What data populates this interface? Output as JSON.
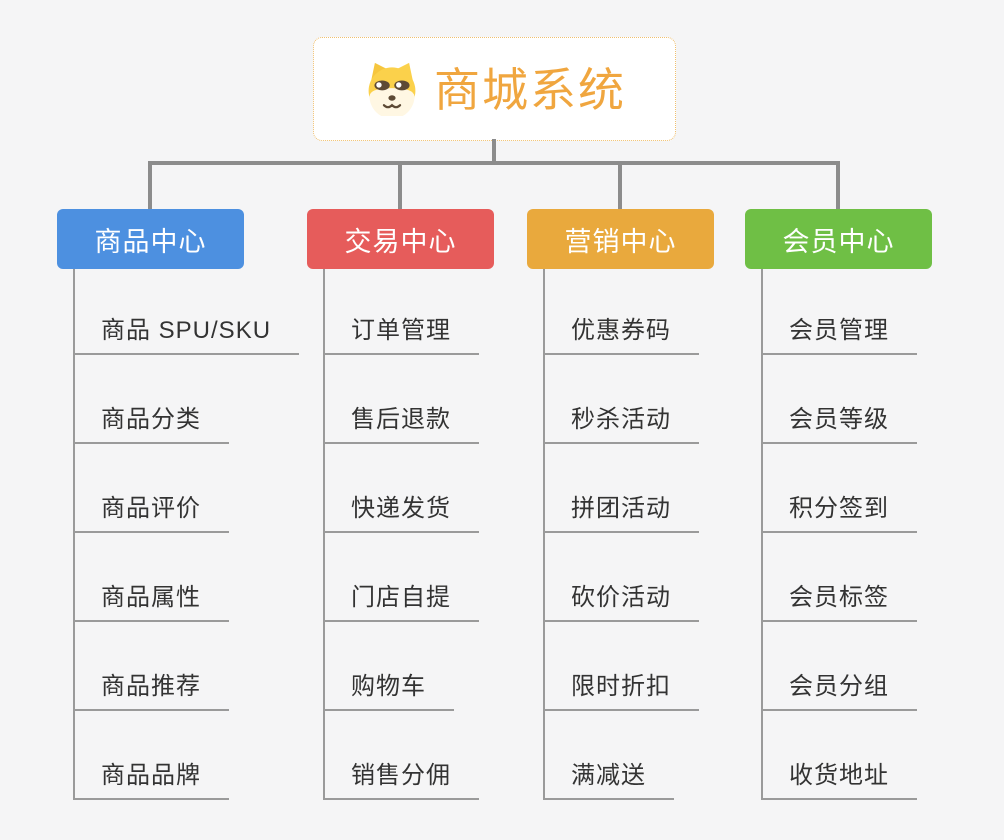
{
  "page": {
    "background_color": "#f5f5f6",
    "connector_color": "#8c8c8c",
    "leaf_line_color": "#9a9a9a",
    "leaf_text_color": "#333333"
  },
  "root": {
    "title": "商城系统",
    "icon": "shiba-dog-icon",
    "title_color": "#f0a63f",
    "border_color": "#f0c070"
  },
  "branches": [
    {
      "label": "商品中心",
      "color": "#4d90e0",
      "items": [
        "商品 SPU/SKU",
        "商品分类",
        "商品评价",
        "商品属性",
        "商品推荐",
        "商品品牌"
      ]
    },
    {
      "label": "交易中心",
      "color": "#e65c5b",
      "items": [
        "订单管理",
        "售后退款",
        "快递发货",
        "门店自提",
        "购物车",
        "销售分佣"
      ]
    },
    {
      "label": "营销中心",
      "color": "#e9a93d",
      "items": [
        "优惠券码",
        "秒杀活动",
        "拼团活动",
        "砍价活动",
        "限时折扣",
        "满减送"
      ]
    },
    {
      "label": "会员中心",
      "color": "#6fbf45",
      "items": [
        "会员管理",
        "会员等级",
        "积分签到",
        "会员标签",
        "会员分组",
        "收货地址"
      ]
    }
  ]
}
